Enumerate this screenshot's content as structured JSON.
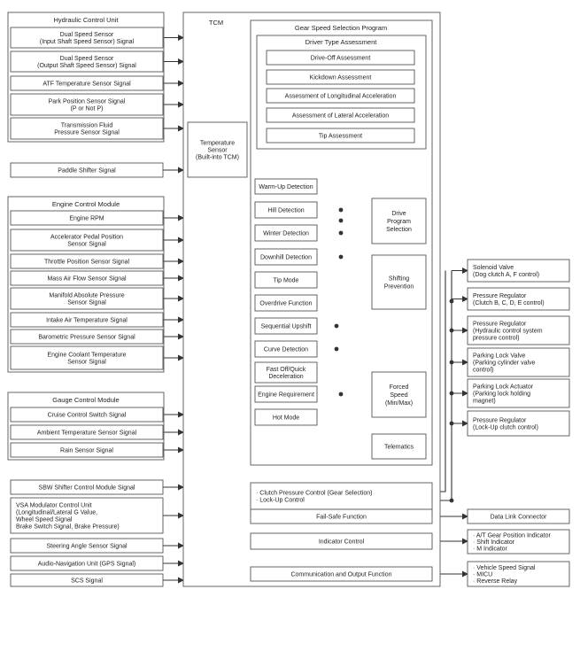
{
  "tcm": {
    "title": "TCM",
    "temp_sensor": "Temperature\nSensor\n(Built-into TCM)"
  },
  "inputs": {
    "hydraulic": {
      "title": "Hydraulic Control Unit",
      "items": [
        "Dual Speed Sensor\n(Input Shaft Speed Sensor) Signal",
        "Dual Speed Sensor\n(Output Shaft Speed Sensor) Signal",
        "ATF Temperature Sensor Signal",
        "Park Position Sensor Signal\n(P or Not P)",
        "Transmission Fluid\nPressure Sensor Signal"
      ]
    },
    "paddle": "Paddle Shifter Signal",
    "engine": {
      "title": "Engine Control Module",
      "items": [
        "Engine RPM",
        "Accelerator Pedal Position\nSensor Signal",
        "Throttle Position Sensor Signal",
        "Mass Air Flow Sensor Signal",
        "Manifold Absolute Pressure\nSensor Signal",
        "Intake Air Temperature Signal",
        "Barometric Pressure Sensor Signal",
        "Engine Coolant Temperature\nSensor Signal"
      ]
    },
    "gauge": {
      "title": "Gauge Control Module",
      "items": [
        "Cruise Control Switch Signal",
        "Ambient Temperature Sensor Signal",
        "Rain Sensor Signal"
      ]
    },
    "sbw": "SBW Shifter Control Module Signal",
    "vsa": "VSA Modulator Control Unit\n(Longitudinal/Lateral G Value,\nWheel Speed Signal\nBrake Switch Signal, Brake Pressure)",
    "steering": "Steering Angle Sensor Signal",
    "audio": "Audio-Navigation Unit (GPS Signal)",
    "scs": "SCS Signal"
  },
  "program": {
    "title": "Gear Speed Selection Program",
    "driver_type": {
      "title": "Driver Type Assessment",
      "items": [
        "Drive-Off Assessment",
        "Kickdown Assessment",
        "Assessment of Longitudinal Acceleration",
        "Assessment of Lateral Acceleration",
        "Tip Assessment"
      ]
    },
    "detections": [
      "Warm-Up Detection",
      "Hill Detection",
      "Winter Detection",
      "Downhill Detection",
      "Tip Mode",
      "Overdrive Function",
      "Sequential Upshift",
      "Curve Detection",
      "Fast Off/Quick\nDeceleration",
      "Engine Requirement",
      "Hot Mode"
    ],
    "drive_program": "Drive\nProgram\nSelection",
    "shifting_prevention": "Shifting\nPrevention",
    "forced_speed": "Forced\nSpeed\n(Min/Max)",
    "telematics": "Telematics"
  },
  "functions": {
    "clutch_control": "· Clutch Pressure Control (Gear Selection)\n· Lock-Up Control",
    "fail_safe": "Fail-Safe Function",
    "indicator": "Indicator Control",
    "communication": "Communication and Output Function"
  },
  "outputs": {
    "actuators": [
      "Solenoid Valve\n(Dog clutch A, F control)",
      "Pressure Regulator\n(Clutch B, C, D, E control)",
      "Pressure Regulator\n(Hydraulic control system\npressure control)",
      "Parking Lock Valve\n(Parking cylinder valve\ncontrol)",
      "Parking Lock Actuator\n(Parking lock holding\nmagnet)",
      "Pressure Regulator\n(Lock-Up clutch control)"
    ],
    "dlc": "Data Link Connector",
    "indicators": "· A/T Gear Position Indicator\n· Shift Indicator\n· M Indicator",
    "comm_outputs": "· Vehicle Speed Signal\n· MICU\n· Reverse Relay"
  }
}
